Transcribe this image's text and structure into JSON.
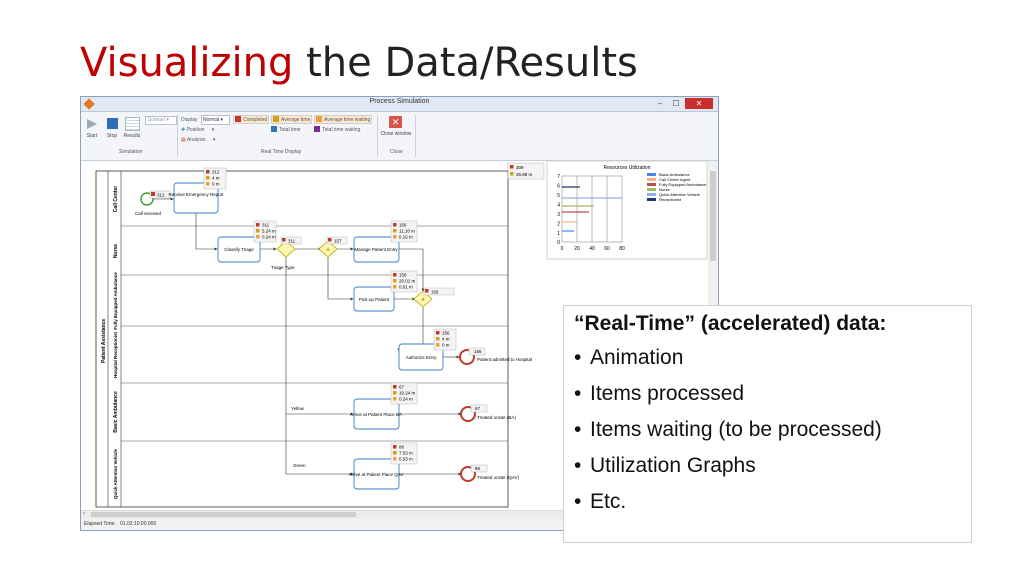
{
  "slide": {
    "title_accent": "Visualizing",
    "title_rest": " the Data/Results"
  },
  "window": {
    "title": "Process Simulation",
    "minimize": "–",
    "maximize": "☐",
    "close": "✕"
  },
  "ribbon": {
    "start": "Start",
    "stop": "Stop",
    "results": "Results",
    "scenario_select": "Scenari",
    "simulation_group": "Simulation",
    "display_label": "Display",
    "display_value": "Normal",
    "position": "Position",
    "analysis": "Analysis",
    "completed": "Completed",
    "average_time": "Average time",
    "average_time_waiting": "Average time waiting",
    "total_time": "Total time",
    "total_time_waiting": "Total time waiting",
    "real_time_group": "Real Time Display",
    "close_window": "Close window",
    "close_group": "Close"
  },
  "colors": {
    "completed": "#c0392b",
    "average_time": "#d4a017",
    "average_time_waiting": "#e8a33d",
    "total_time": "#2e75b6",
    "total_time_waiting": "#7b2d8e",
    "close_button": "#d9534f",
    "accent_title": "#c00000"
  },
  "diagram": {
    "pool": "Patient Assistance",
    "lanes": [
      "Call Center",
      "Nurse",
      "Fully Equipped Ambulance",
      "Hospital Receptionist",
      "Basic Ambulance",
      "Quick Attention Vehicle"
    ],
    "start_event": {
      "count": "312",
      "label": "Call received"
    },
    "tasks": [
      {
        "label": "Receive Emergency Report",
        "stats": [
          "312",
          "4 m",
          "0 m"
        ]
      },
      {
        "label": "Classify Triage",
        "stats": [
          "311",
          "5.24 m",
          "0.24 m"
        ]
      },
      {
        "label": "Manage Patient Entry",
        "stats": [
          "156",
          "11.16 m",
          "0.16 m"
        ]
      },
      {
        "label": "Pick-up Patient",
        "stats": [
          "156",
          "20.01 m",
          "0.01 m"
        ]
      },
      {
        "label": "Authorize Entry",
        "stats": [
          "156",
          "4 m",
          "0 m"
        ]
      },
      {
        "label": "Arrive at Patient Place BA",
        "stats": [
          "67",
          "10.24 m",
          "0.24 m"
        ]
      },
      {
        "label": "Arrive at Patient Place QAV",
        "stats": [
          "86",
          "7.53 m",
          "0.53 m"
        ]
      }
    ],
    "gateways": [
      {
        "count": "311",
        "label": "Triage Type"
      },
      {
        "count": "157"
      },
      {
        "count": "156"
      }
    ],
    "end_events": [
      {
        "count": "156",
        "label": "Patient admitted to Hospital"
      },
      {
        "count": "67",
        "label": "Treated onsite (BA)"
      },
      {
        "count": "86",
        "label": "Treated onsite (QAV)"
      }
    ],
    "flow_labels": [
      "Yellow",
      "Green"
    ],
    "global_stats": [
      "309",
      "25.88 m"
    ]
  },
  "utilization_chart": {
    "title": "Resources Utilization",
    "y_ticks": [
      "7",
      "6",
      "5",
      "4",
      "3",
      "2",
      "1",
      "0"
    ],
    "x_ticks": [
      "0",
      "20",
      "40",
      "60",
      "80"
    ],
    "legend": [
      {
        "name": "Basic Ambulance",
        "color": "#4a86e8"
      },
      {
        "name": "Call Center Agent",
        "color": "#f4b183"
      },
      {
        "name": "Fully Equipped Ambulance",
        "color": "#c0504d"
      },
      {
        "name": "Nurse",
        "color": "#9bbb59"
      },
      {
        "name": "Quick Attention Vehicle",
        "color": "#8db3e2"
      },
      {
        "name": "Receptionist",
        "color": "#1f3864"
      }
    ]
  },
  "status": {
    "elapsed_label": "Elapsed Time:",
    "elapsed_value": "01.02:10:00.000"
  },
  "callout": {
    "heading": "“Real-Time” (accelerated) data:",
    "bullet_char": "•",
    "bullets": [
      "Animation",
      "Items processed",
      "Items waiting (to be processed)",
      "Utilization Graphs",
      "Etc."
    ]
  }
}
